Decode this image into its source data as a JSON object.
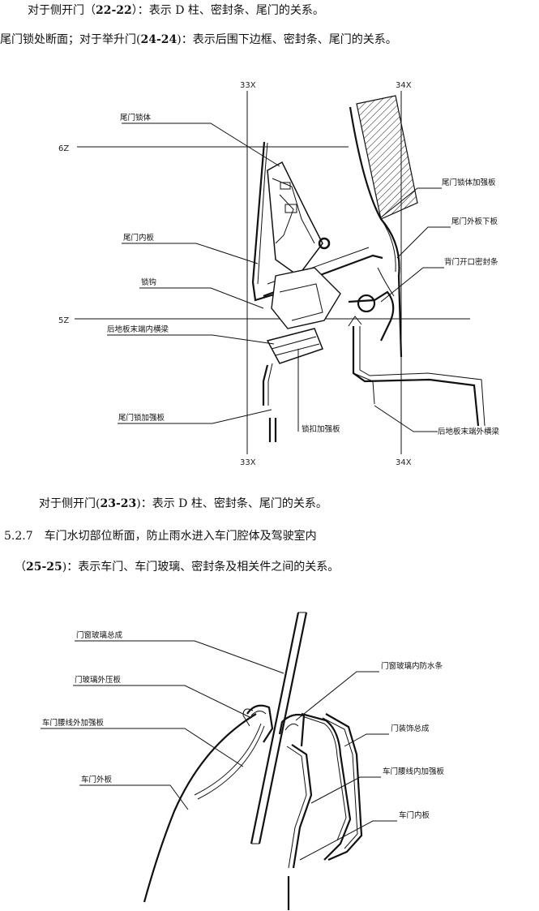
{
  "text": {
    "line1_pre": "对于侧开门（",
    "line1_ref": "22-22",
    "line1_post": "）：表示 D 柱、密封条、尾门的关系。",
    "line2_pre": "尾门锁处断面；对于举升门(",
    "line2_ref": "24-24",
    "line2_post": ")：表示后围下边框、密封条、尾门的关系。",
    "line3_pre": "对于侧开门(",
    "line3_ref": "23-23",
    "line3_post": ")：表示 D 柱、密封条、尾门的关系。",
    "section_num": "5.2.7",
    "section_text": "车门水切部位断面，防止雨水进入车门腔体及驾驶室内",
    "line5_pre": "（",
    "line5_ref": "25-25",
    "line5_post": ")：表示车门、车门玻璃、密封条及相关件之间的关系。"
  },
  "diagram1": {
    "axes": {
      "x_left_top": "33X",
      "x_right_top": "34X",
      "x_left_bottom": "33X",
      "x_right_bottom": "34X",
      "z_upper": "6Z",
      "z_lower": "5Z"
    },
    "labels": {
      "tailgate_lock": "尾门锁体",
      "tailgate_inner": "尾门内板",
      "striker": "锁钩",
      "rear_floor_inner": "后地板末端内横梁",
      "tailgate_lock_reinf": "尾门锁加强板",
      "lock_reinf_bracket": "锁扣加强板",
      "lock_body_reinf": "尾门锁体加强板",
      "frame_lower": "尾门外板下板",
      "opening_seal": "背门开口密封条",
      "rear_floor_outer": "后地板末端外横梁"
    }
  },
  "diagram2": {
    "labels": {
      "glass_assy": "门窗玻璃总成",
      "glass_outer_strip": "门玻璃外压板",
      "belt_outer_reinf": "车门腰线外加强板",
      "door_outer": "车门外板",
      "glass_inner_seal": "门窗玻璃内防水条",
      "trim_assy": "门装饰总成",
      "belt_inner_reinf": "车门腰线内加强板",
      "door_inner": "车门内板"
    }
  }
}
